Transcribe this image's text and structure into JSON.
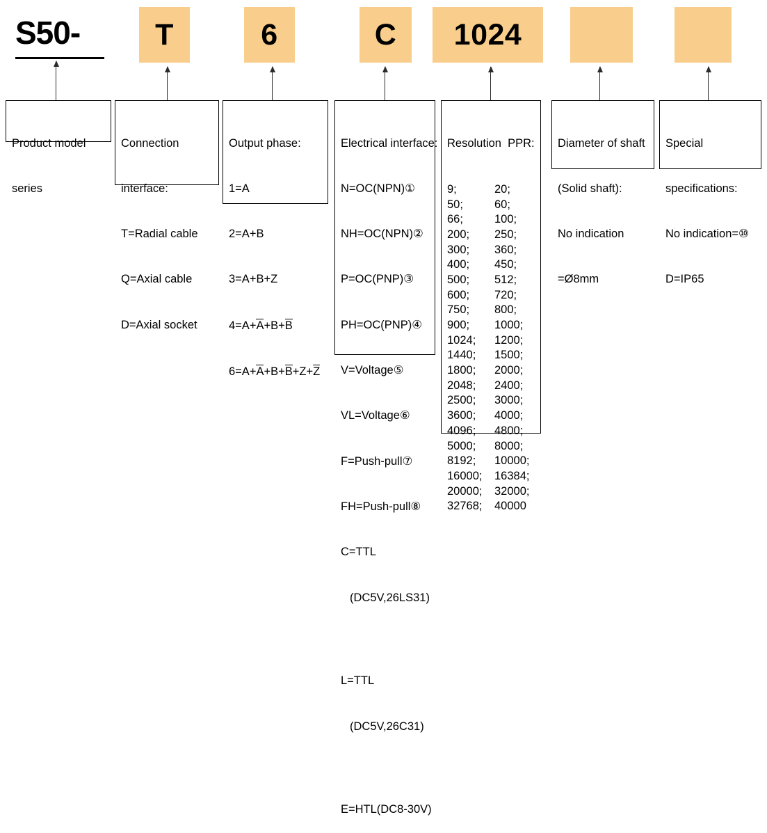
{
  "title_code": {
    "prefix": "S50-",
    "segments": [
      {
        "name": "connection-interface",
        "value": "T"
      },
      {
        "name": "output-phase",
        "value": "6"
      },
      {
        "name": "electrical-interface",
        "value": "C"
      },
      {
        "name": "resolution",
        "value": "1024"
      },
      {
        "name": "shaft-diameter",
        "value": ""
      },
      {
        "name": "special-specification",
        "value": ""
      }
    ]
  },
  "boxes": {
    "product_model": {
      "lines": [
        "Product model",
        "series"
      ]
    },
    "connection_interface": {
      "lines": [
        "Connection",
        "interface:",
        "T=Radial cable",
        "Q=Axial cable",
        "D=Axial socket"
      ]
    },
    "output_phase": {
      "heading": "Output phase:",
      "items": [
        "1=A",
        "2=A+B",
        "3=A+B+Z"
      ],
      "item4_prefix": "4=A+",
      "item4_a": "A",
      "item4_mid": "+B+",
      "item4_b": "B",
      "item6_prefix": "6=A+",
      "item6_a": "A",
      "item6_mid": "+B+",
      "item6_b": "B",
      "item6_mid2": "+Z+",
      "item6_z": "Z"
    },
    "electrical_interface": {
      "heading": "Electrical interface:",
      "lines": [
        "N=OC(NPN)①",
        "NH=OC(NPN)②",
        "P=OC(PNP)③",
        "PH=OC(PNP)④",
        "V=Voltage⑤",
        "VL=Voltage⑥",
        "F=Push-pull⑦",
        "FH=Push-pull⑧",
        "C=TTL"
      ],
      "sub1": "(DC5V,26LS31)",
      "line_l": "L=TTL",
      "sub2": "(DC5V,26C31)",
      "line_e": "E=HTL(DC8-30V)"
    },
    "resolution": {
      "heading": "Resolution  PPR:",
      "rows": [
        [
          "9;",
          "20;"
        ],
        [
          "50;",
          "60;"
        ],
        [
          "66;",
          "100;"
        ],
        [
          "200;",
          "250;"
        ],
        [
          "300;",
          "360;"
        ],
        [
          "400;",
          "450;"
        ],
        [
          "500;",
          "512;"
        ],
        [
          "600;",
          "720;"
        ],
        [
          "750;",
          "800;"
        ],
        [
          "900;",
          "1000;"
        ],
        [
          "1024;",
          "1200;"
        ],
        [
          "1440;",
          "1500;"
        ],
        [
          "1800;",
          "2000;"
        ],
        [
          "2048;",
          "2400;"
        ],
        [
          "2500;",
          "3000;"
        ],
        [
          "3600;",
          "4000;"
        ],
        [
          "4096;",
          "4800;"
        ],
        [
          "5000;",
          "8000;"
        ],
        [
          "8192;",
          "10000;"
        ],
        [
          "16000;",
          "16384;"
        ],
        [
          "20000;",
          "32000;"
        ],
        [
          "32768;",
          "40000"
        ]
      ]
    },
    "shaft_diameter": {
      "lines": [
        "Diameter of shaft",
        "(Solid shaft):",
        "No indication",
        "=Ø8mm"
      ]
    },
    "special_spec": {
      "lines": [
        "Special",
        "specifications:",
        "No indication=⑩",
        "D=IP65"
      ]
    }
  },
  "colors": {
    "chip_fill": "#f9ce8c",
    "line": "#000000"
  }
}
